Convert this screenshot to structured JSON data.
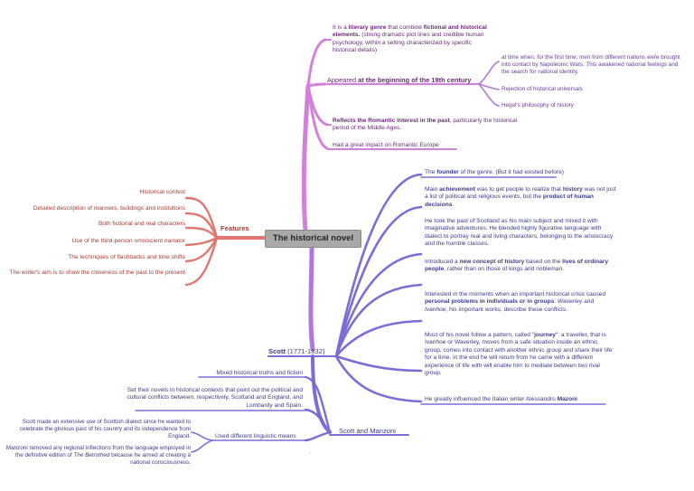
{
  "central": "The historical novel",
  "features": {
    "label": "Features",
    "items": [
      "Historical context",
      "Detailed description of manners, buildings and institutions",
      "Both fictional and real characters",
      "Use of the third-person omniscient narrator",
      "The techniques of flashbacks and time shifts",
      "The writer's aim is to show the closeness of the past to the present"
    ]
  },
  "genre": {
    "definition": [
      "It is a ",
      "literary genre",
      " that combine ",
      "fictional and historical elements.",
      " (strong dramatic plot lines and credible human psychology, within a setting characterized by specific historical details)"
    ],
    "appeared": [
      "Appeared ",
      "at the beginning of the 19th century"
    ],
    "appeared_sub": [
      "at time when, for the first time, men from different nations were brought into contact by Napoleonic Wars. This awakened national feelings and the search for national identity.",
      "Rejection of historical universals",
      "Hegel's philosophy of history"
    ],
    "romantic": [
      "Reflects the Romantic interest in the past",
      ", particularly the historical period of the Middle Ages."
    ],
    "impact": "Had a great impact on Romantic Europe",
    "dot": "."
  },
  "scott": {
    "label": "Scott",
    "dates": " (1771-1832)",
    "items": [
      [
        "The ",
        "founder",
        " of the genre. (But it had existed before)"
      ],
      [
        "Main ",
        "achievement",
        " was to get people to realize that ",
        "history",
        " was not just a list of political and religious events, but the ",
        "product of human decisions",
        "."
      ],
      [
        "He took the past of Scotland as his main subject and mixed it with imaginative adventures. He blended highly figurative language with dialect to portray real and living characters, belonging to the aristocracy and the humble classes."
      ],
      [
        "Introduced a ",
        "new concept of history",
        " based on the ",
        "lives of ordinary people",
        ", rather than on those of kings and nobleman."
      ],
      [
        "Interested in the moments when an important historical crisis caused ",
        "personal problems in individuals or in groups",
        ": ",
        "Waverley",
        " and ",
        "Ivanhoe",
        ", his important works, describe these conflicts."
      ],
      [
        "Most of his novel follow a pattern, called \"",
        "journey",
        "\": a traveller, that is Ivanhoe or Waverley, moves from a safe situation inside an ethnic group, comes into contact with another ethnic group and share their life for a time. in the end he will return from he came with a different experience of life with will enable him to mediate between two rival group."
      ],
      [
        "He greatly influenced the Italian writer Alessandro ",
        "Mazoni"
      ]
    ]
  },
  "manzoni": {
    "label": "Scott and Manzoni",
    "items": [
      "Mixed historical truths and fiction",
      "Set their novels in historical contexts that point out the political and cultural conflicts between, respectively, Scotland and England, and Lombardy and Spain."
    ],
    "dialect_label": "Used different linguistic means",
    "dialect_items": [
      [
        "Scott made an extensive use of Scottish dialect since he wanted to celebrate the glorious past of his country and its independence from England."
      ],
      [
        "Manzoni removed any regional inflections from the language employed in the definitive edition of ",
        "The Betrothed",
        " because he aimed at creating a national consciousness."
      ]
    ],
    "dot": "."
  },
  "colors": {
    "pink": "#d37fdc",
    "violet": "#b277de",
    "blue": "#7a6ed6",
    "red": "#e3776e",
    "central_bg": "#a9a9a9"
  }
}
